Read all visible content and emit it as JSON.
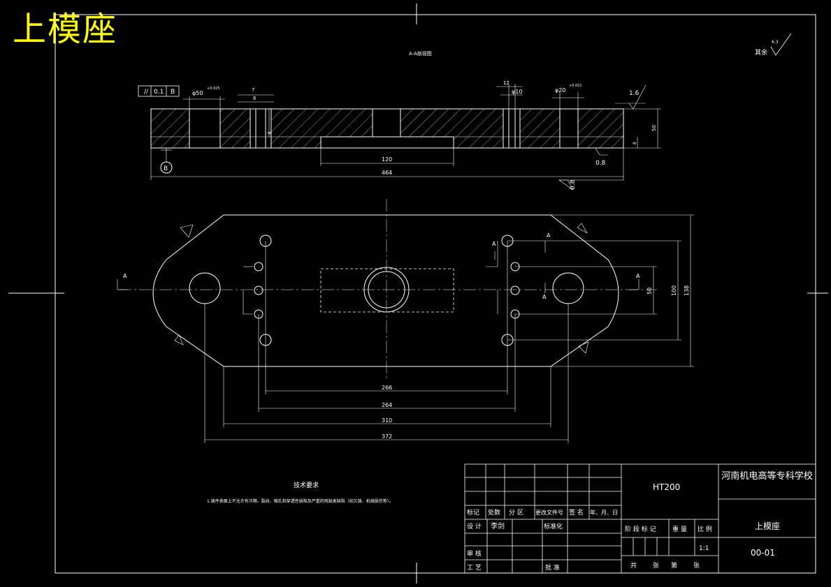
{
  "title": "上模座",
  "section_label": "A-A剖视图",
  "roughness_default": {
    "label": "其余",
    "value": "6.3"
  },
  "geometric_tolerance": {
    "symbol": "//",
    "value": "0.1",
    "datum": "B"
  },
  "datum_label": "B",
  "section_view": {
    "dims": {
      "phi50": "φ50",
      "phi50_tol": "+0.025",
      "dim7": "7",
      "dim6": "6",
      "dim4": "4",
      "dim12": "12",
      "phi10": "φ10",
      "phi20": "φ20",
      "phi20_tol": "+0.021",
      "rough_top": "1.6",
      "rough_bottom": "0.8",
      "rough_side": "0.8",
      "height50": "50",
      "height8": "8",
      "width120": "120",
      "width464": "464"
    }
  },
  "plan_view": {
    "section_marks": [
      "A",
      "A",
      "A",
      "A",
      "A"
    ],
    "dims": {
      "d266": "266",
      "d264": "264",
      "d310": "310",
      "d372": "372",
      "d50": "50",
      "d100": "100",
      "d138": "138"
    }
  },
  "tech_req": {
    "heading": "技术要求",
    "line1": "1.铸件表面上不允许有冷隔、裂纹、缩孔和穿透性缺陷及严重的残缺类缺陷（如欠铸、机械损伤等）。"
  },
  "title_block": {
    "material": "HT200",
    "school": "河南机电高等专科学校",
    "part_name": "上模座",
    "drawing_no": "00-01",
    "scale": "1:1",
    "labels": {
      "mark": "标记",
      "count": "处数",
      "zone": "分 区",
      "change_doc": "更改文件号",
      "sign": "签 名",
      "date": "年、月、日",
      "design": "设 计",
      "designer": "李剑",
      "standard": "标准化",
      "review": "审 核",
      "process": "工 艺",
      "approve": "批 准",
      "stage": "阶 段 标 记",
      "weight": "重 量",
      "ratio": "比 例",
      "total": "共",
      "sheets": "张",
      "page": "第",
      "sheet_unit": "张"
    }
  }
}
